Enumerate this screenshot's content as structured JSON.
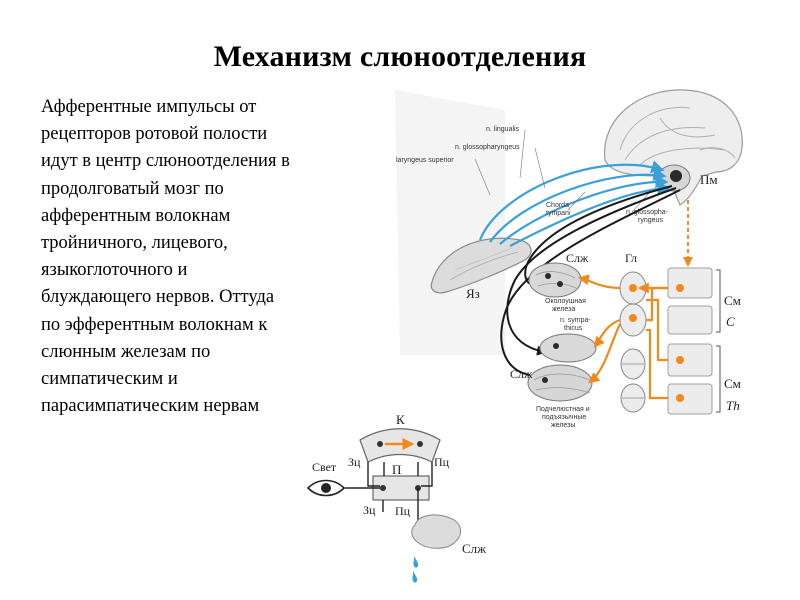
{
  "slide": {
    "title": "Механизм слюноотделения",
    "body_lines": [
      "Афферентные импульсы от",
      "рецепторов ротовой полости",
      "идут в центр слюноотделения в",
      "продолговатый мозг по",
      "афферентным волокнам",
      "тройничного, лицевого,",
      "языкоглоточного и",
      "блуждающего нервов. Оттуда",
      "по эфферентным волокнам к",
      "слюнным железам по",
      "симпатическим и",
      "парасимпатическим нервам"
    ]
  },
  "anatomy_diagram": {
    "nerve_labels": {
      "lingualis": "n. lingualis",
      "glossopharyngeus": "n. glossopharyngeus",
      "laryngeus": "laryngeus superior",
      "chorda": "Chorda",
      "tympani": "tympani",
      "glossopha1": "n. glossopha-",
      "glossopha2": "ryngeus",
      "sympa1": "n. sympa-",
      "sympa2": "thicus"
    },
    "gland_labels": {
      "parotid1": "Околоушная",
      "parotid2": "железа",
      "sub1": "Подчелюстная и",
      "sub2": "подъязычные",
      "sub3": "железы"
    },
    "abbr": {
      "pm": "Пм",
      "yaz": "Яз",
      "slzh_top": "Слж",
      "gl": "Гл",
      "slzh_bottom": "Слж",
      "sm_top": "См",
      "c": "C",
      "sm_bottom": "См",
      "th": "Th"
    },
    "colors": {
      "afferent": "#3aa0d8",
      "efferent": "#1a1a1a",
      "sympathetic": "#f08a1c",
      "spinal": "#e8e8e8"
    }
  },
  "reflex_diagram": {
    "k": "К",
    "p": "П",
    "svet": "Свет",
    "zc_top": "Зц",
    "pc_top": "Пц",
    "zc_bottom": "Зц",
    "pc_bottom": "Пц",
    "slzh": "Слж"
  }
}
